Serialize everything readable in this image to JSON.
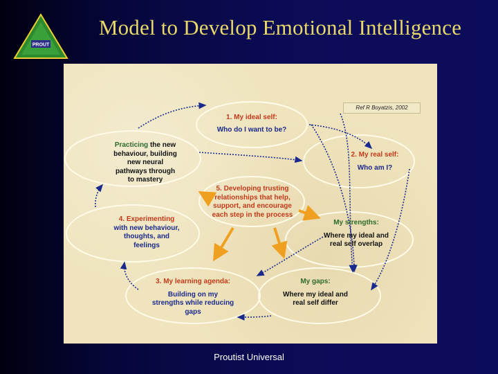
{
  "title": "Model to Develop Emotional Intelligence",
  "logo": {
    "text": "PROUT",
    "alt": "Prout triangle logo"
  },
  "diagram": {
    "reference": "Ref R Boyatzis, 2002",
    "nodes": {
      "ideal_self": {
        "label": "1. My ideal self:",
        "sub": "Who do I want to be?"
      },
      "real_self": {
        "label": "2. My real self:",
        "sub": "Who am I?"
      },
      "strengths": {
        "label": "My strengths:",
        "sub1": "Where my ideal and",
        "sub2": "real self overlap"
      },
      "gaps": {
        "label": "My gaps:",
        "sub1": "Where my ideal and",
        "sub2": "real self differ"
      },
      "learning": {
        "label": "3. My learning agenda:",
        "sub1": "Building on my",
        "sub2": "strengths while reducing",
        "sub3": "gaps"
      },
      "experimenting": {
        "label": "4. Experimenting",
        "sub1": "with new behaviour,",
        "sub2": "thoughts, and",
        "sub3": "feelings"
      },
      "practicing": {
        "highlight": "Practicing",
        "rest": " the new",
        "sub1": "behaviour, building",
        "sub2": "new neural",
        "sub3": "pathways through",
        "sub4": "to mastery"
      },
      "trusting": {
        "line1": "5. Developing trusting",
        "line2": "relationships that help,",
        "line3": "support, and encourage",
        "line4": "each step in the process"
      }
    },
    "colors": {
      "panel": "#efe4be",
      "arrow": "#1a2a8c",
      "orange": "#f0a020",
      "title": "#e8d86a"
    }
  },
  "footer": "Proutist Universal"
}
